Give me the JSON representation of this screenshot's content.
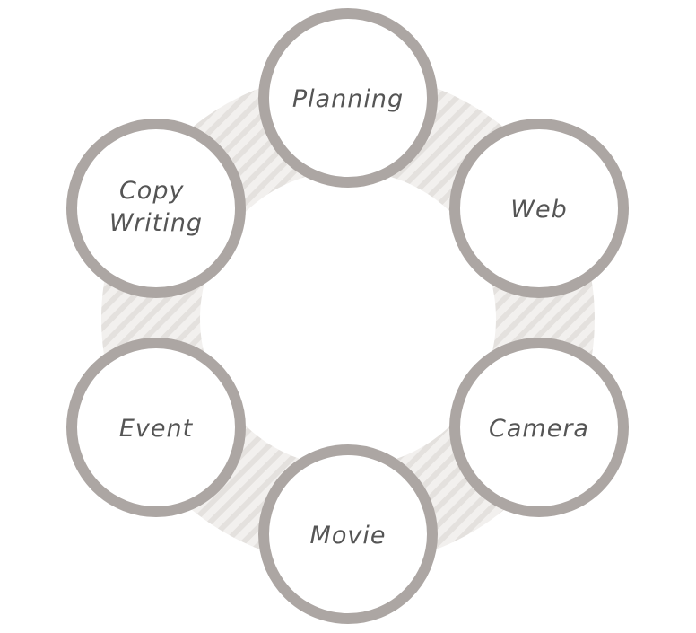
{
  "diagram": {
    "nodes": [
      {
        "id": "planning",
        "lines": [
          "Planning"
        ]
      },
      {
        "id": "web",
        "lines": [
          "Web"
        ]
      },
      {
        "id": "camera",
        "lines": [
          "Camera"
        ]
      },
      {
        "id": "movie",
        "lines": [
          "Movie"
        ]
      },
      {
        "id": "event",
        "lines": [
          "Event"
        ]
      },
      {
        "id": "copy-writing",
        "lines": [
          "Copy",
          "Writing"
        ]
      }
    ],
    "colors": {
      "circle_stroke": "#aca6a3",
      "ring_fill": "#f2f0ee",
      "ring_stripe": "#e4e1de",
      "label_text": "#555555"
    }
  }
}
